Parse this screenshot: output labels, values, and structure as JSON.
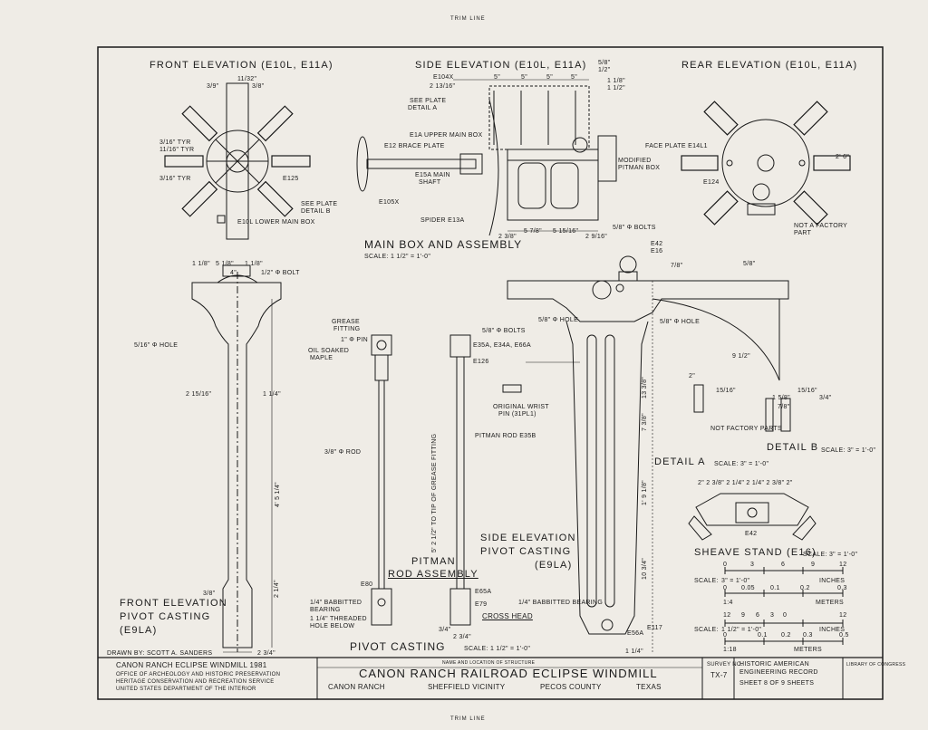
{
  "trim": {
    "top": "TRIM LINE",
    "bottom": "TRIM LINE"
  },
  "views": {
    "front_elevation_title": "FRONT ELEVATION (E10L, E11A)",
    "side_elevation_title": "SIDE ELEVATION (E10L, E11A)",
    "rear_elevation_title": "REAR ELEVATION (E10L, E11A)",
    "main_box_title": "MAIN BOX AND ASSEMBLY",
    "main_box_scale": "SCALE: 1 1/2\" = 1'-0\"",
    "pivot_front_title_1": "FRONT ELEVATION",
    "pivot_front_title_2": "PIVOT CASTING",
    "pivot_front_title_3": "(E9LA)",
    "pitman_title_1": "PITMAN",
    "pitman_title_2": "ROD ASSEMBLY",
    "pivot_side_title_1": "SIDE ELEVATION",
    "pivot_side_title_2": "PIVOT CASTING",
    "pivot_side_title_3": "(E9LA)",
    "cross_head": "CROSS HEAD",
    "pivot_casting_title": "PIVOT CASTING",
    "pivot_casting_scale": "SCALE: 1 1/2\" = 1'-0\"",
    "detail_a": "DETAIL A",
    "detail_a_scale": "SCALE: 3\" = 1'-0\"",
    "detail_b": "DETAIL B",
    "detail_b_scale": "SCALE: 3\" = 1'-0\"",
    "sheave_stand": "SHEAVE STAND (E16)",
    "sheave_stand_scale": "SCALE: 3\" = 1'-0\""
  },
  "callouts": {
    "e104x": "E104X",
    "see_plate_a": "SEE PLATE",
    "detail_a_ref": "DETAIL A",
    "e1a_upper": "E1A UPPER MAIN BOX",
    "e12_brace": "E12 BRACE PLATE",
    "e15a_shaft_1": "E15A MAIN",
    "e15a_shaft_2": "SHAFT",
    "e105x": "E105X",
    "see_plate_b": "SEE PLATE",
    "detail_b_ref": "DETAIL B",
    "e10l": "E10L LOWER MAIN BOX",
    "spider": "SPIDER E13A",
    "e125": "E125",
    "face_plate": "FACE PLATE E14L1",
    "modified_1": "MODIFIED",
    "modified_2": "PITMAN BOX",
    "e124": "E124",
    "bolts_58": "5/8\" Φ BOLTS",
    "not_factory_1": "NOT A FACTORY",
    "not_factory_2": "PART",
    "tyr1": "3/16\" TYR",
    "tyr2": "11/16\" TYR",
    "tyr3": "3/16\" TYR",
    "bolt_12": "1/2\" Φ BOLT",
    "hole_516": "5/16\" Φ HOLE",
    "grease_1": "GREASE",
    "grease_2": "FITTING",
    "pin": "1\" Φ PIN",
    "oil_1": "OIL SOAKED",
    "oil_2": "MAPLE",
    "rod_38": "3/8\" Φ ROD",
    "bolts_58b": "5/8\" Φ BOLTS",
    "e35a": "E35A, E34A, E66A",
    "e126": "E126",
    "wrist_1": "ORIGINAL WRIST",
    "wrist_2": "PIN (31PL1)",
    "pitman_rod": "PITMAN ROD E35B",
    "tip_grease": "5' 2 1/2\" TO TIP OF GREASE FITTING",
    "e80": "E80",
    "babbitt_1": "1/4\" BABBITTED",
    "babbitt_2": "BEARING",
    "threaded_1": "1 1/4\" THREADED",
    "threaded_2": "HOLE BELOW",
    "e65a": "E65A",
    "e79": "E79",
    "babbitt_bearing": "1/4\" BABBITTED BEARING",
    "hole_58": "5/8\" Φ HOLE",
    "hole_58b": "5/8\" Φ HOLE",
    "e42": "E42",
    "e16": "E16",
    "e42b": "E42",
    "not_factory_parts": "NOT FACTORY PARTS",
    "e56a": "E56A",
    "e117": "E117"
  },
  "dims": {
    "d_11_32": "11/32\"",
    "d_3_8a": "3/8\"",
    "d_3_9": "3/9\"",
    "d_5a": "5\"",
    "d_5b": "5\"",
    "d_5c": "5\"",
    "d_5d": "5\"",
    "d_2_13_16": "2 13/16\"",
    "d_5_8": "5/8\"",
    "d_1_2": "1/2\"",
    "d_1_1_8": "1 1/8\"",
    "d_1_1_2": "1 1/2\"",
    "d_5_7_8": "5 7/8\"",
    "d_15_16": "5 15/16\"",
    "d_2_3_8": "2 3/8\"",
    "d_2_9_16": "2 9/16\"",
    "d_1_1_8b": "1 1/8\"",
    "d_5_1_8": "5 1/8\"",
    "d_1_1_8c": "1 1/8\"",
    "d_4": "4\"",
    "d_2_15_16": "2 15/16\"",
    "d_1_1_4": "1 1/4\"",
    "d_4_5_1_4": "4' 5 1/4\"",
    "d_3_8b": "3/8\"",
    "d_2_1_4": "2 1/4\"",
    "d_2_3_4": "2 3/4\"",
    "d_7_8": "7/8\"",
    "d_5_8b": "5/8\"",
    "d_9_1_2": "9 1/2\"",
    "d_15_16b": "15/16\"",
    "d_15_16c": "15/16\"",
    "d_1_5_8": "1 5/8\"",
    "d_3_4": "3/4\"",
    "d_7_8b": "7/8\"",
    "d_2": "2\"",
    "d_13_3_8": "13 3/8\"",
    "d_7_3_8": "7 3/8\"",
    "d_1_9_1_8": "1' 9 1/8\"",
    "d_10_3_4": "10 3/4\"",
    "d_1_1_4b": "1 1/4\"",
    "d_3_4b": "3/4\"",
    "d_2_3_4b": "2 3/4\"",
    "sheave_dims": "2\"  2 3/8\"  2 1/4\"  2 1/4\"  2 3/8\"  2\"",
    "d_2_6": "2' 6\""
  },
  "scales": {
    "scale1_label": "SCALE:",
    "scale1_value": "3\" = 1'-0\"",
    "scale1_ticks": [
      "0",
      "3",
      "6",
      "9",
      "12"
    ],
    "scale1_unit": "INCHES",
    "meters1_ticks": [
      "0",
      "0.05",
      "0.1",
      "0.2",
      "0.3"
    ],
    "meters1_ratio": "1:4",
    "meters1_unit": "METERS",
    "scale2_label": "SCALE:",
    "scale2_value": "1 1/2\" = 1'-0\"",
    "scale2_ticks": [
      "12",
      "9",
      "6",
      "3",
      "0",
      "12"
    ],
    "scale2_unit": "INCHES",
    "meters2_ticks": [
      "0",
      "0.1",
      "0.2",
      "0.3",
      "0.5"
    ],
    "meters2_ratio": "1:18",
    "meters2_unit": "METERS"
  },
  "title_block": {
    "drawn_by": "DRAWN BY: SCOTT A. SANDERS",
    "project": "CANON RANCH ECLIPSE WINDMILL 1981",
    "office_1": "OFFICE OF ARCHEOLOGY AND HISTORIC PRESERVATION",
    "office_2": "HERITAGE CONSERVATION AND RECREATION SERVICE",
    "office_3": "UNITED STATES DEPARTMENT OF THE INTERIOR",
    "name_label": "NAME AND LOCATION OF STRUCTURE",
    "structure_name": "CANON RANCH RAILROAD ECLIPSE WINDMILL",
    "loc_1": "CANON RANCH",
    "loc_2": "SHEFFIELD VICINITY",
    "loc_3": "PECOS COUNTY",
    "loc_4": "TEXAS",
    "survey_label": "SURVEY NO.",
    "survey_no": "TX-7",
    "record_1": "HISTORIC AMERICAN",
    "record_2": "ENGINEERING RECORD",
    "sheet": "SHEET 8 OF 9 SHEETS",
    "note": "LIBRARY OF CONGRESS"
  }
}
